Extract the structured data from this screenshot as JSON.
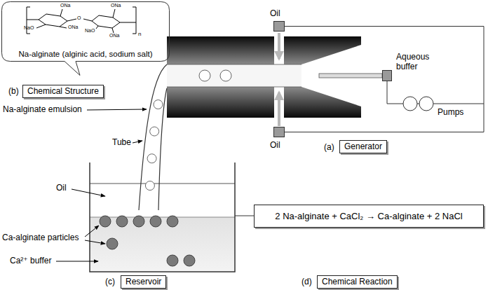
{
  "diagram": {
    "nodes": [
      {
        "text": [
          "Na-alginate (alginic acid, sodium salt)"
        ]
      },
      {
        "text": [
          "Chemical Structure"
        ]
      },
      {
        "text": [
          "Oil"
        ]
      },
      {
        "text": [
          "Aqueous buffer"
        ]
      },
      {
        "text": [
          "Oil"
        ]
      },
      {
        "text": [
          "Generator"
        ]
      },
      {
        "text": [
          "Reservoir"
        ]
      },
      {
        "text": [
          "2 Na-alginate + CaCl₂ → Ca-alginate + 2 NaCl"
        ]
      },
      {
        "text": [
          "Chemical Reaction"
        ]
      }
    ],
    "edges": [
      {
        "from": 2,
        "to": 4,
        "arrow": "none"
      }
    ],
    "labels": [
      "ONa",
      "ONa",
      "NaO",
      "O",
      "NaO",
      "ONa",
      "ONa",
      "n",
      "(b)",
      "Na-alginate emulsion",
      "Tube",
      "(a)",
      "Pumps",
      "Oil",
      "Ca-alginate particles",
      "Ca²⁺ buffer",
      "(c)",
      "(d)"
    ]
  }
}
